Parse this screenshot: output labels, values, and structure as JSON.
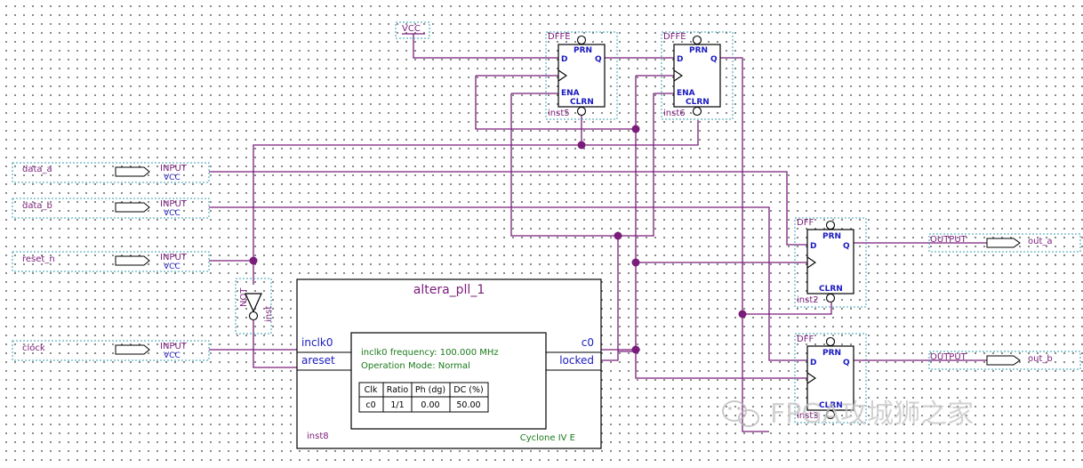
{
  "vcc_source": "VCC",
  "inputs": [
    {
      "name": "data_a",
      "type": "INPUT",
      "default": "VCC"
    },
    {
      "name": "data_b",
      "type": "INPUT",
      "default": "VCC"
    },
    {
      "name": "reset_n",
      "type": "INPUT",
      "default": "VCC"
    },
    {
      "name": "clock",
      "type": "INPUT",
      "default": "VCC"
    }
  ],
  "outputs": [
    {
      "name": "out_a",
      "type": "OUTPUT"
    },
    {
      "name": "out_b",
      "type": "OUTPUT"
    }
  ],
  "not_gate": {
    "type": "NOT",
    "inst": "inst"
  },
  "dffe": [
    {
      "type": "DFFE",
      "inst": "inst5",
      "pins": {
        "prn": "PRN",
        "d": "D",
        "q": "Q",
        "ena": "ENA",
        "clrn": "CLRN"
      }
    },
    {
      "type": "DFFE",
      "inst": "inst6",
      "pins": {
        "prn": "PRN",
        "d": "D",
        "q": "Q",
        "ena": "ENA",
        "clrn": "CLRN"
      }
    }
  ],
  "dff": [
    {
      "type": "DFF",
      "inst": "inst2",
      "pins": {
        "prn": "PRN",
        "d": "D",
        "q": "Q",
        "clrn": "CLRN"
      }
    },
    {
      "type": "DFF",
      "inst": "inst3",
      "pins": {
        "prn": "PRN",
        "d": "D",
        "q": "Q",
        "clrn": "CLRN"
      }
    }
  ],
  "pll": {
    "title": "altera_pll_1",
    "inst": "inst8",
    "port_in1": "inclk0",
    "port_in2": "areset",
    "port_out1": "c0",
    "port_out2": "locked",
    "freq_line": "inclk0 frequency: 100.000 MHz",
    "mode_line": "Operation Mode: Normal",
    "device": "Cyclone IV E",
    "table_headers": [
      "Clk",
      "Ratio",
      "Ph (dg)",
      "DC (%)"
    ],
    "table_row": [
      "c0",
      "1/1",
      "0.00",
      "50.00"
    ]
  },
  "watermark": "FPGA攻城狮之家"
}
